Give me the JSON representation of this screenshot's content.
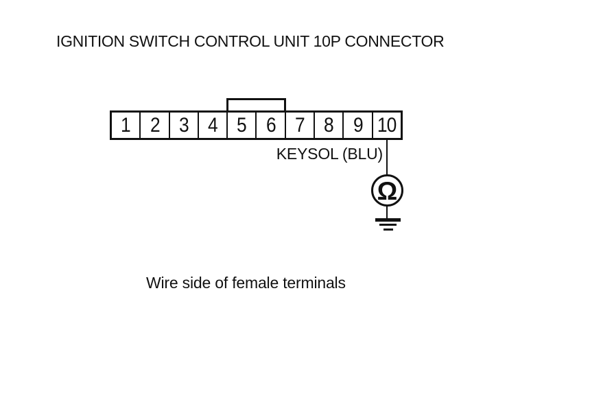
{
  "title": "IGNITION SWITCH CONTROL UNIT 10P CONNECTOR",
  "connector": {
    "pin_count": "10",
    "pins": [
      "1",
      "2",
      "3",
      "4",
      "5",
      "6",
      "7",
      "8",
      "9",
      "10"
    ],
    "key_tab_over_pins": "5-6"
  },
  "wire": {
    "label": "KEYSOL (BLU)",
    "from_pin": "10"
  },
  "meter": {
    "symbol": "Ω",
    "type": "ohmmeter-to-ground"
  },
  "caption": "Wire side of female terminals",
  "colors": {
    "line": "#111111",
    "background": "#ffffff"
  }
}
